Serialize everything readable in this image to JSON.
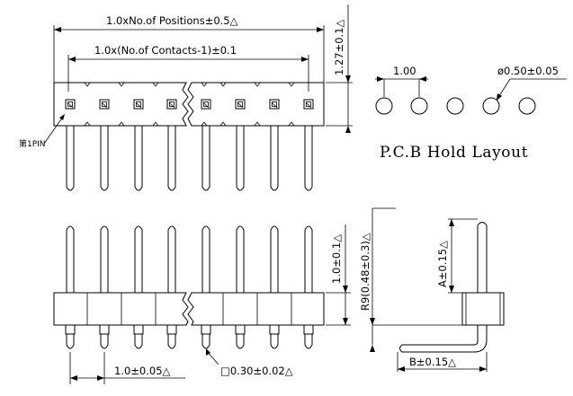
{
  "drawing": {
    "dims": {
      "positions_length": "1.0xNo.of Positions±0.5",
      "contacts_length": "1.0x(No.of Contacts-1)±0.1",
      "housing_height_top": "1.27±0.1",
      "pitch_bottom": "1.0±0.05",
      "pin_square": "□0.30±0.02",
      "housing_height_front": "1.0±0.1",
      "bend_radius": "R9(0.48±0.3)",
      "dim_a": "A±0.15",
      "dim_b": "B±0.15",
      "pcb_pitch": "1.00",
      "pcb_hole": "ø0.50±0.05"
    },
    "labels": {
      "first_pin": "第1PIN",
      "pcb_layout": "P.C.B Hold Layout"
    },
    "tolerance_symbol": "△"
  }
}
